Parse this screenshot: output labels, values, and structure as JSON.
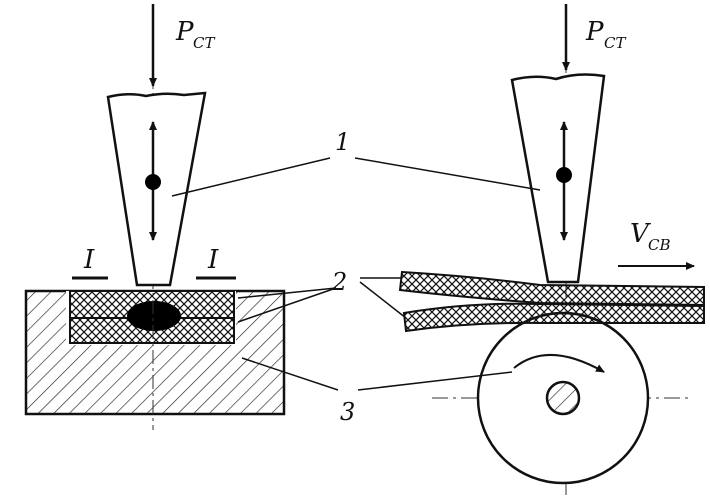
{
  "labels": {
    "force_left": {
      "main": "P",
      "sub": "СТ"
    },
    "force_right": {
      "main": "P",
      "sub": "СТ"
    },
    "velocity": {
      "main": "V",
      "sub": "СВ"
    },
    "section_left": "I",
    "section_right": "I",
    "callout_1": "1",
    "callout_2": "2",
    "callout_3": "3"
  },
  "colors": {
    "line": "#111111",
    "background": "#ffffff",
    "nugget": "#000000"
  },
  "icons": [
    "force-arrow-icon",
    "vibration-arrow-icon",
    "rotation-arrow-icon",
    "velocity-arrow-icon"
  ]
}
